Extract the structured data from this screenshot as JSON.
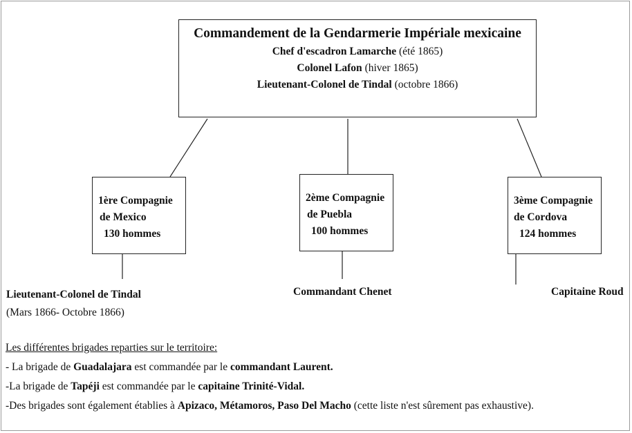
{
  "hq": {
    "title": "Commandement de la Gendarmerie Impériale mexicaine",
    "commanders": [
      {
        "name": "Chef d'escadron Lamarche",
        "period": "(été 1865)"
      },
      {
        "name": "Colonel Lafon",
        "period": "(hiver 1865)"
      },
      {
        "name": "Lieutenant-Colonel de Tindal",
        "period": "(octobre 1866)"
      }
    ]
  },
  "companies": [
    {
      "line1": "1ère Compagnie",
      "line2": "de Mexico",
      "line3": "130 hommes",
      "commander": "Lieutenant-Colonel de Tindal",
      "commander_period": "(Mars 1866- Octobre 1866)"
    },
    {
      "line1": "2ème Compagnie",
      "line2": "de Puebla",
      "line3": "100 hommes",
      "commander": "Commandant Chenet"
    },
    {
      "line1": "3ème Compagnie",
      "line2": "de Cordova",
      "line3": "124 hommes",
      "commander": "Capitaine Roud"
    }
  ],
  "notes": {
    "heading": "Les différentes brigades reparties sur le territoire:",
    "line1": {
      "a": "- La brigade de ",
      "b": "Guadalajara",
      "c": " est commandée par le ",
      "d": "commandant Laurent."
    },
    "line2": {
      "a": "-La brigade de ",
      "b": "Tapéji",
      "c": " est commandée par le ",
      "d": "capitaine Trinité-Vidal."
    },
    "line3": {
      "a": "-Des brigades sont également établies à ",
      "b": "Apizaco, Métamoros, Paso Del Macho",
      "c": " (cette liste n'est sûrement pas exhaustive)."
    }
  }
}
